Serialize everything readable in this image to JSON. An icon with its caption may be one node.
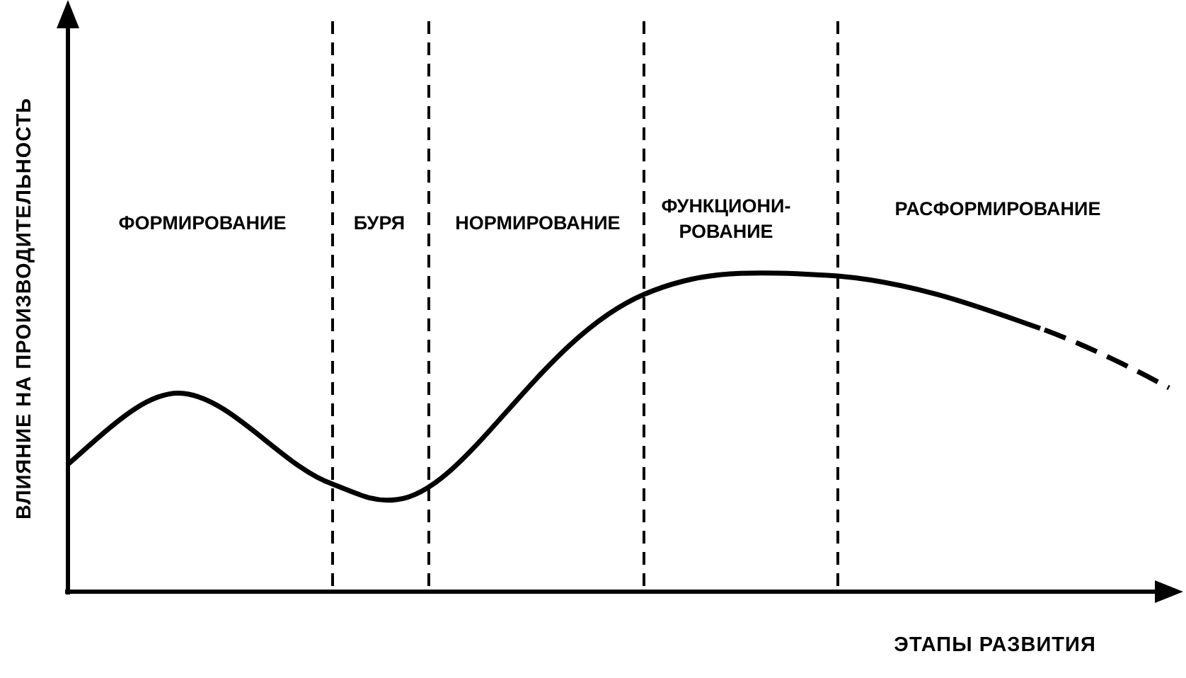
{
  "diagram": {
    "labels": [
      "ВЛИЯНИЕ НА ПРОИЗВОДИТЕЛЬНОСТЬ",
      "ФОРМИРОВАНИЕ",
      "БУРЯ",
      "НОРМИРОВАНИЕ",
      "ФУНКЦИОНИ- РОВАНИЕ",
      "РАСФОРМИРОВАНИЕ",
      "ЭТАПЫ РАЗВИТИЯ"
    ]
  }
}
